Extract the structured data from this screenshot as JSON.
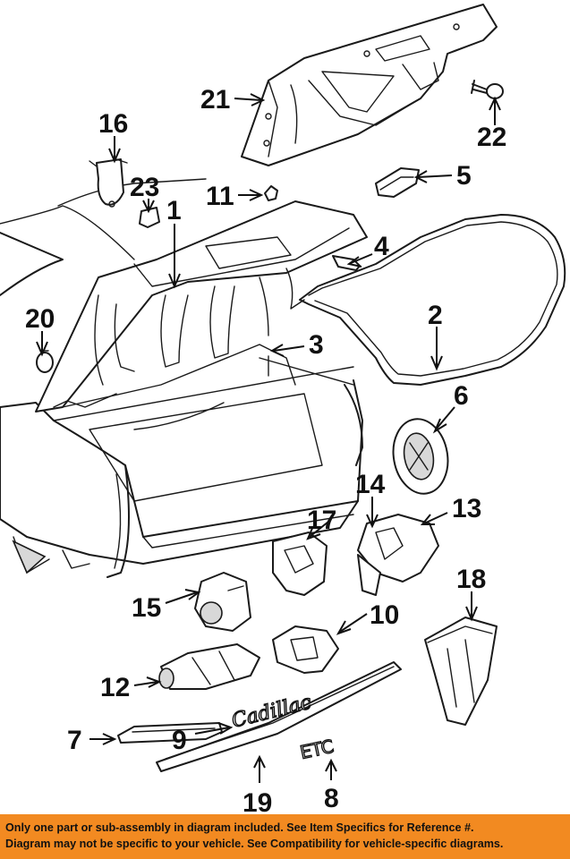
{
  "diagram": {
    "callouts": [
      {
        "id": "1",
        "label": "1"
      },
      {
        "id": "2",
        "label": "2"
      },
      {
        "id": "3",
        "label": "3"
      },
      {
        "id": "4",
        "label": "4"
      },
      {
        "id": "5",
        "label": "5"
      },
      {
        "id": "6",
        "label": "6"
      },
      {
        "id": "7",
        "label": "7"
      },
      {
        "id": "8",
        "label": "8"
      },
      {
        "id": "9",
        "label": "9"
      },
      {
        "id": "10",
        "label": "10"
      },
      {
        "id": "11",
        "label": "11"
      },
      {
        "id": "12",
        "label": "12"
      },
      {
        "id": "13",
        "label": "13"
      },
      {
        "id": "14",
        "label": "14"
      },
      {
        "id": "15",
        "label": "15"
      },
      {
        "id": "16",
        "label": "16"
      },
      {
        "id": "17",
        "label": "17"
      },
      {
        "id": "18",
        "label": "18"
      },
      {
        "id": "19",
        "label": "19"
      },
      {
        "id": "20",
        "label": "20"
      },
      {
        "id": "21",
        "label": "21"
      },
      {
        "id": "22",
        "label": "22"
      },
      {
        "id": "23",
        "label": "23"
      }
    ],
    "emblems": {
      "script_badge": "Cadillac",
      "letters_badge": "ETC"
    }
  },
  "disclaimer": {
    "line1": "Only one part or sub-assembly in diagram included. See Item Specifics for Reference #.",
    "line2": "Diagram may not be specific to your vehicle. See Compatibility for vehicle-specific diagrams."
  },
  "colors": {
    "banner": "#f28a21",
    "ink": "#111111"
  }
}
